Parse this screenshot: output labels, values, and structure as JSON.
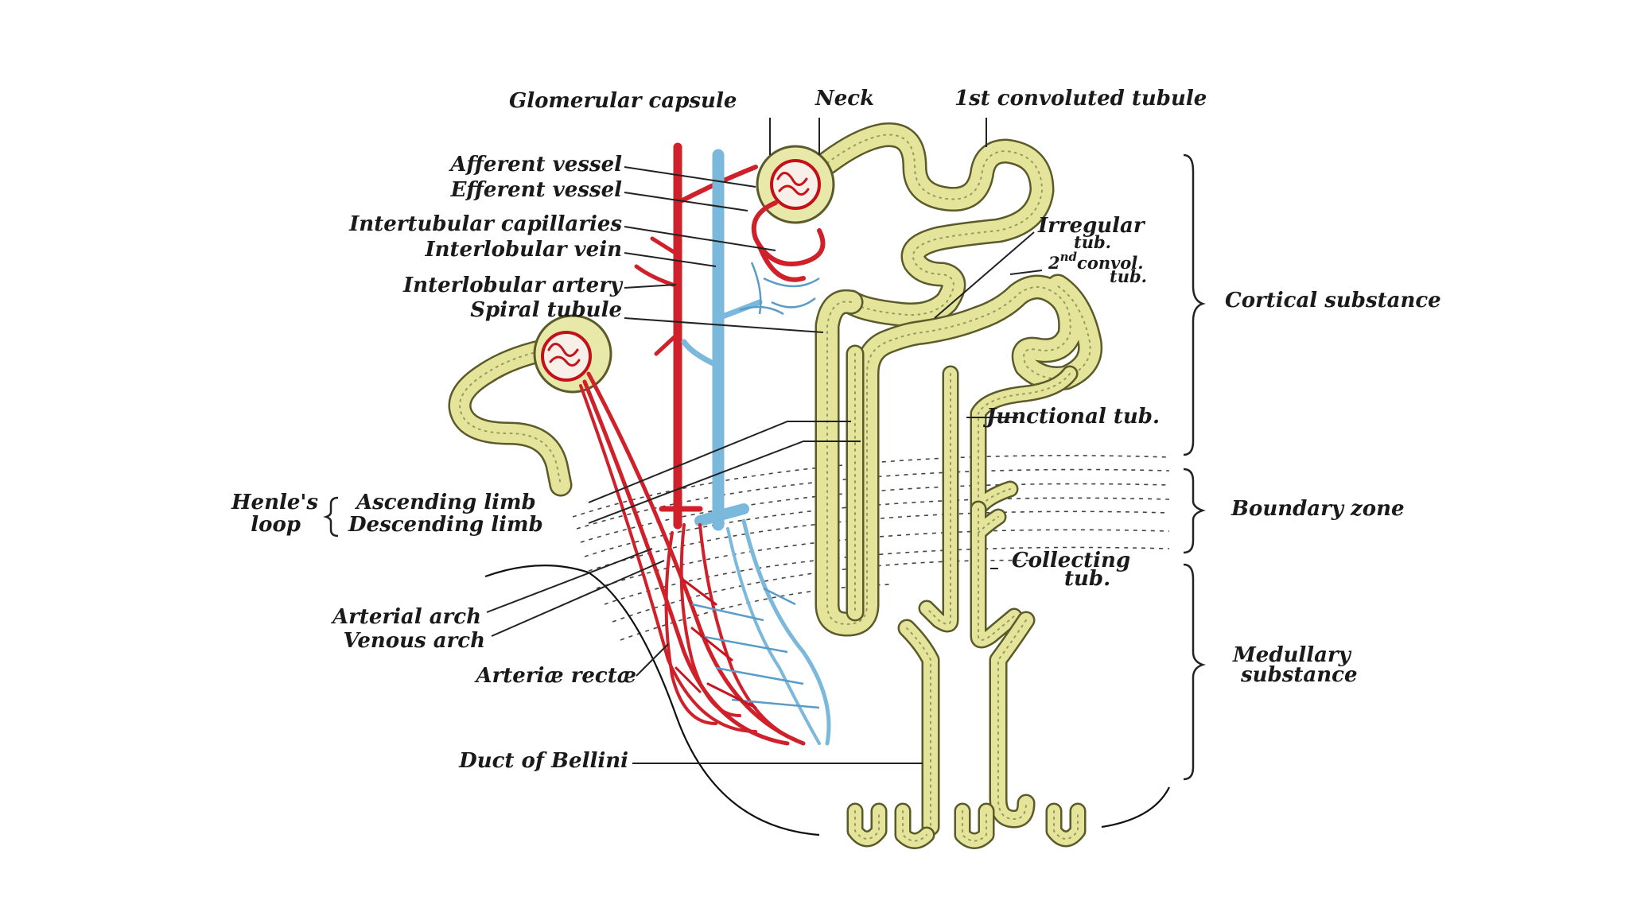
{
  "labels": {
    "glomerular_capsule": "Glomerular capsule",
    "neck": "Neck",
    "first_convoluted_tubule": "1st convoluted tubule",
    "afferent_vessel": "Afferent vessel",
    "efferent_vessel": "Efferent vessel",
    "intertubular_capillaries": "Intertubular capillaries",
    "interlobular_vein": "Interlobular vein",
    "interlobular_artery": "Interlobular artery",
    "spiral_tubule": "Spiral tubule",
    "irregular_tub_1": "Irregular",
    "irregular_tub_2": "tub.",
    "second_convol_prefix": "2",
    "second_convol_sup": "nd",
    "second_convol_suffix": "convol.",
    "second_convol_tub": "tub.",
    "cortical_substance": "Cortical substance",
    "junctional_tub": "Junctional tub.",
    "henles_loop_1": "Henle's",
    "henles_loop_2": "loop",
    "ascending_limb": "Ascending limb",
    "descending_limb": "Descending limb",
    "boundary_zone": "Boundary zone",
    "collecting_tub_1": "Collecting",
    "collecting_tub_2": "tub.",
    "arterial_arch": "Arterial arch",
    "venous_arch": "Venous arch",
    "arteriae_rectae": "Arteriæ rectæ",
    "medullary_substance_1": "Medullary",
    "medullary_substance_2": "substance",
    "duct_of_bellini": "Duct of Bellini"
  },
  "colors": {
    "tubule_fill": "#e4e49a",
    "tubule_outline": "#5a5a2a",
    "artery": "#d0202a",
    "vein": "#7ab8dc",
    "text": "#1a1a1a"
  }
}
